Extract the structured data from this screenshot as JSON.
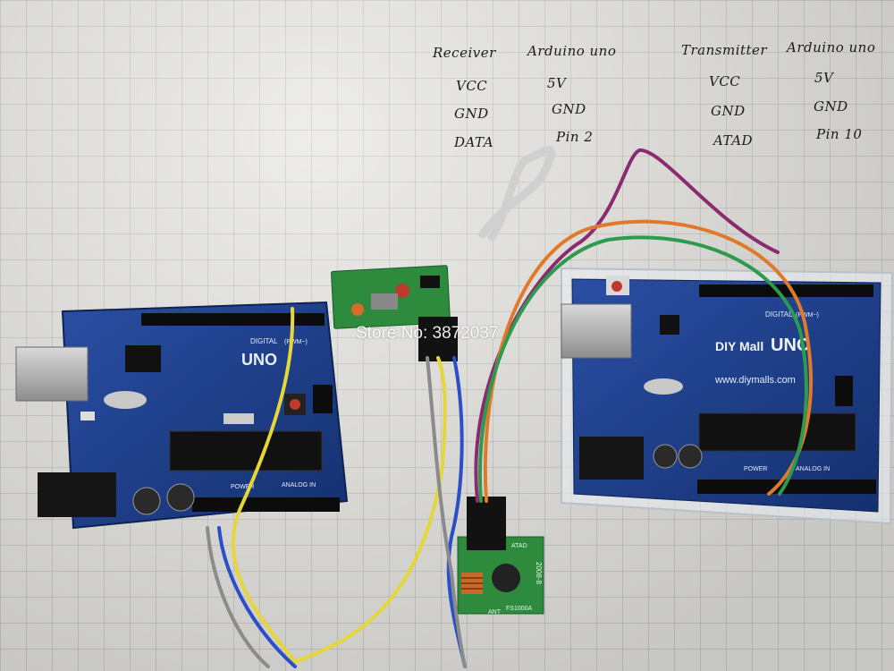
{
  "wiring_table": {
    "receiver": {
      "header_left": "Receiver",
      "header_right": "Arduino uno",
      "rows": [
        {
          "pin": "VCC",
          "arduino": "5V"
        },
        {
          "pin": "GND",
          "arduino": "GND"
        },
        {
          "pin": "DATA",
          "arduino": "Pin 2"
        }
      ]
    },
    "transmitter": {
      "header_left": "Transmitter",
      "header_right": "Arduino uno",
      "rows": [
        {
          "pin": "VCC",
          "arduino": "5V"
        },
        {
          "pin": "GND",
          "arduino": "GND"
        },
        {
          "pin": "ATAD",
          "arduino": "Pin 10"
        }
      ]
    }
  },
  "watermark": "Store No: 3872037",
  "boards": {
    "left_board_label": "UNO",
    "right_board_brand": "DIY Mall",
    "right_board_label": "UNO",
    "right_board_url": "www.diymalls.com",
    "digital_label": "DIGITAL",
    "pwm_label": "(PWM~)",
    "power_label": "POWER",
    "analog_label": "ANALOG IN"
  },
  "modules": {
    "transmitter_module_model": "FS1000A",
    "transmitter_module_pin": "ATAD",
    "transmitter_module_ant": "ANT",
    "transmitter_module_code": "2008-8"
  },
  "colors": {
    "board_blue": "#1f3f8c",
    "module_green": "#2e8b3e",
    "wire_yellow": "#e5d63a",
    "wire_blue": "#2b4fc7",
    "wire_gray": "#8b8b8b",
    "wire_purple": "#8a2a6f",
    "wire_orange": "#e07a2a",
    "wire_green": "#2d9a4e"
  }
}
